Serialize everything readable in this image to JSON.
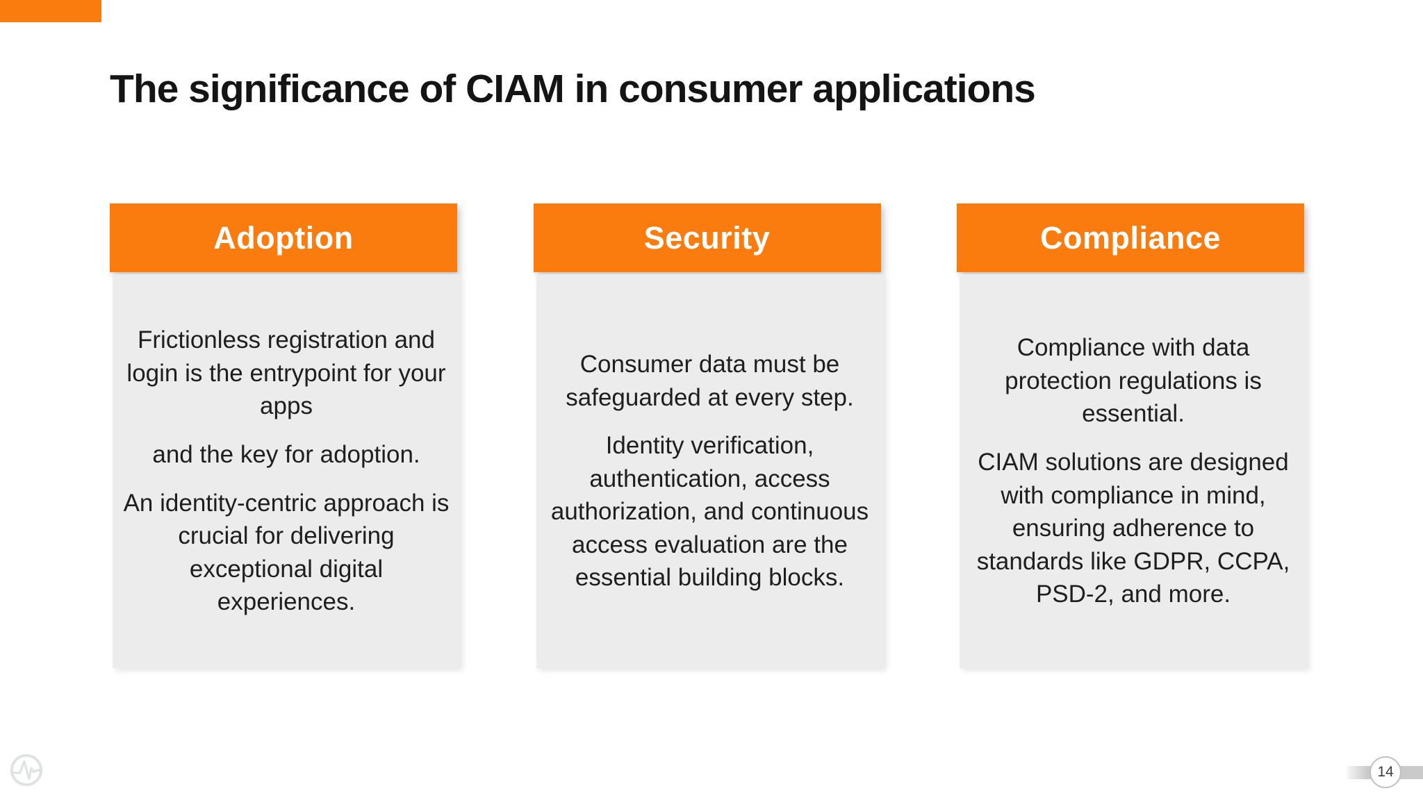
{
  "title": "The significance of CIAM in consumer applications",
  "cards": [
    {
      "title": "Adoption",
      "paragraphs": [
        "Frictionless registration and login is the entrypoint for your apps",
        "and the key for adoption.",
        "An identity-centric approach is crucial for delivering exceptional digital experiences."
      ]
    },
    {
      "title": "Security",
      "paragraphs": [
        "Consumer data must be safeguarded at every step.",
        "Identity verification, authentication, access authorization, and continuous access evaluation are the essential building blocks."
      ]
    },
    {
      "title": "Compliance",
      "paragraphs": [
        "Compliance with data protection regulations is essential.",
        "CIAM solutions are designed with compliance in mind, ensuring adherence to standards like GDPR, CCPA, PSD-2, and more."
      ]
    }
  ],
  "footer": {
    "page_number": "14",
    "logo_icon": "pulse-circle-icon"
  },
  "colors": {
    "accent": "#FA7B0E",
    "card-bg": "#ECECEC",
    "title-text": "#141414",
    "body-text": "#1E1E1E",
    "bar-gray": "#CACACA",
    "badge-border": "#C0C0C0",
    "badge-text": "#3C3C3C",
    "logo-gray": "#DEE3E1"
  }
}
